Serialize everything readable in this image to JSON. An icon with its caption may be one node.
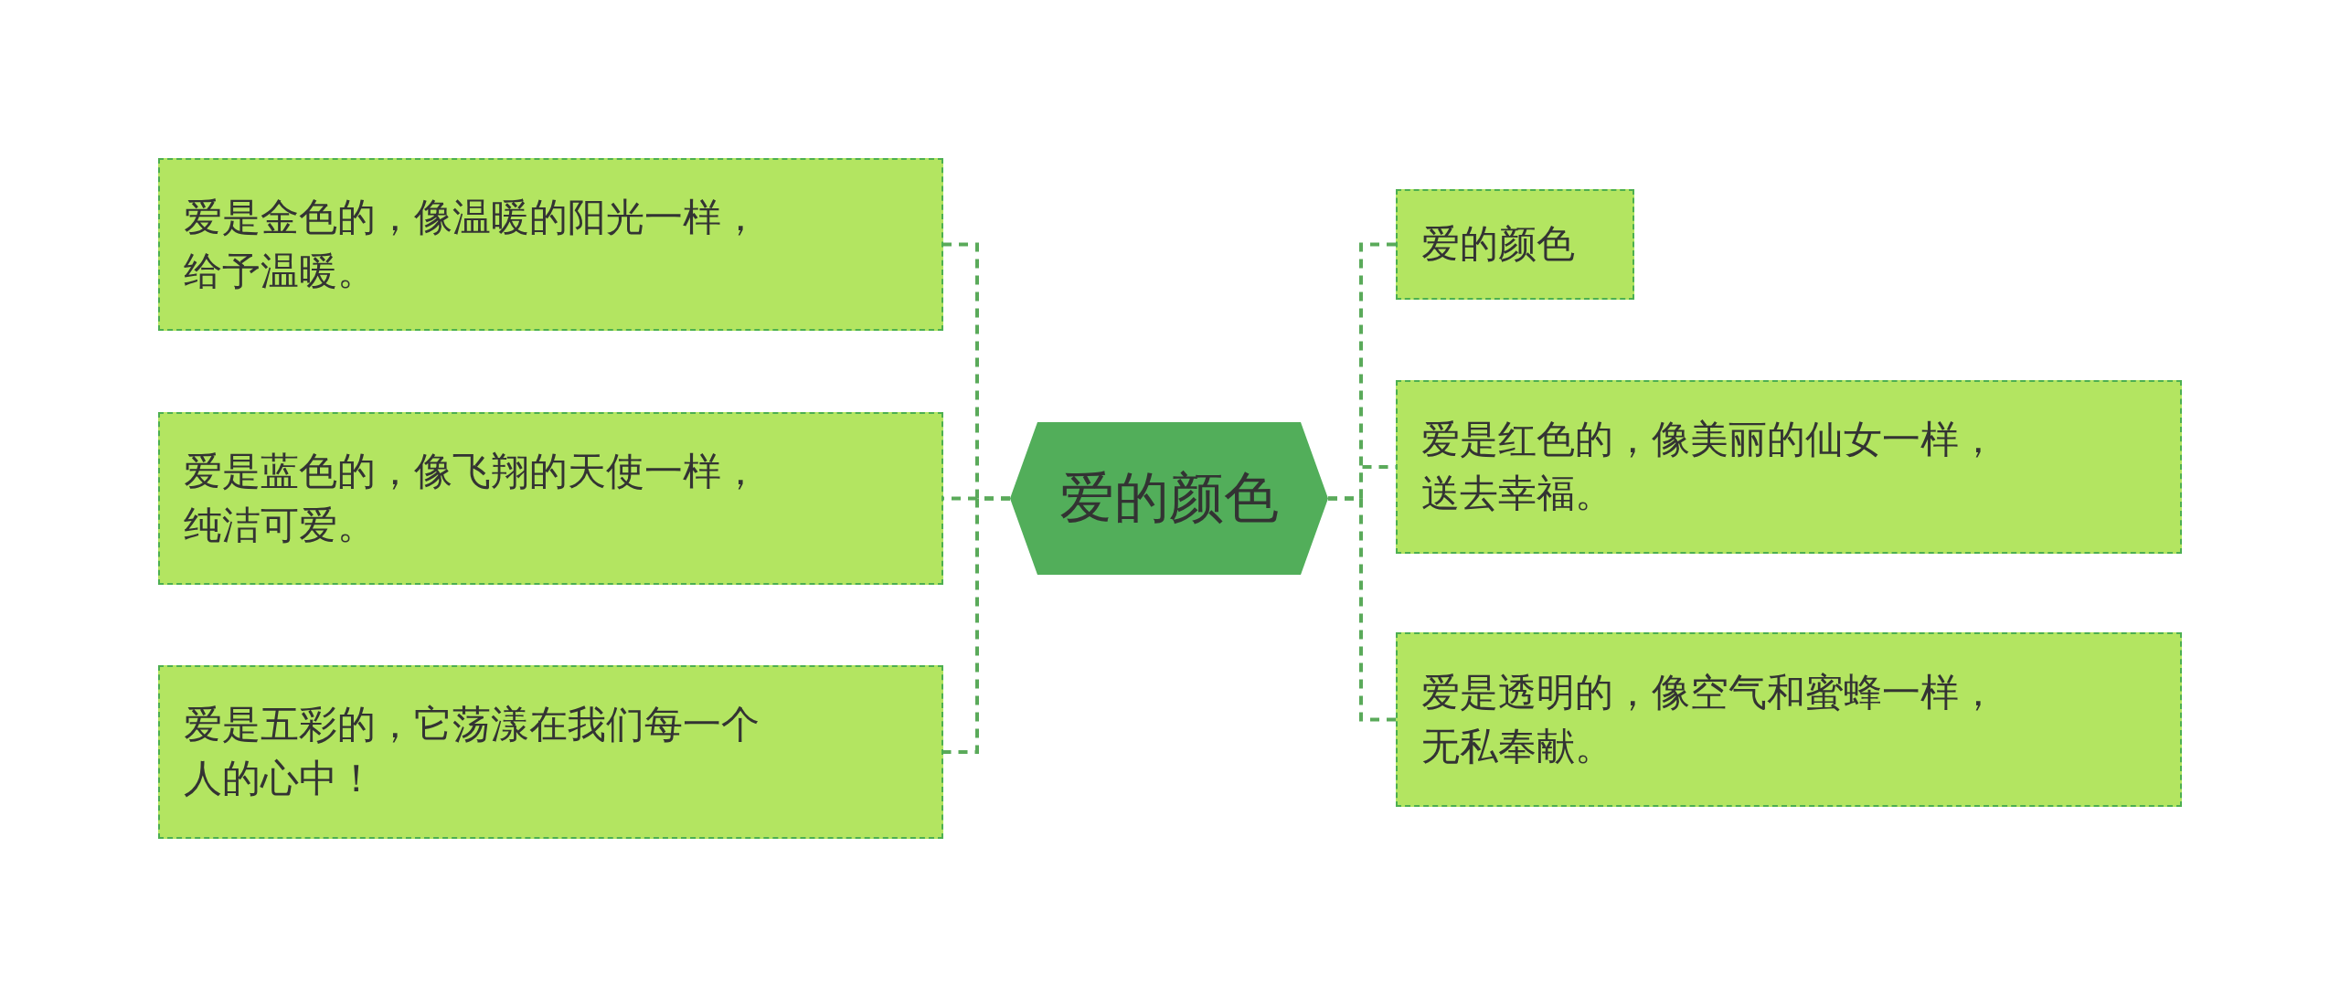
{
  "diagram": {
    "nodes": [
      {
        "text": [
          "爱的颜色"
        ]
      },
      {
        "text": [
          "爱是金色的，像温暖的阳光一样，给予温暖。"
        ]
      },
      {
        "text": [
          "爱是蓝色的，像飞翔的天使一样，纯洁可爱。"
        ]
      },
      {
        "text": [
          "爱是五彩的，它荡漾在我们每一个人的心中！"
        ]
      },
      {
        "text": [
          "爱的颜色"
        ]
      },
      {
        "text": [
          "爱是红色的，像美丽的仙女一样，送去幸福。"
        ]
      },
      {
        "text": [
          "爱是透明的，像空气和蜜蜂一样，无私奉献。"
        ]
      }
    ],
    "edges": [
      {
        "from": 0,
        "to": 1,
        "arrow": "none",
        "style": "dashed"
      },
      {
        "from": 0,
        "to": 2,
        "arrow": "none",
        "style": "dashed"
      },
      {
        "from": 0,
        "to": 3,
        "arrow": "none",
        "style": "dashed"
      },
      {
        "from": 0,
        "to": 4,
        "arrow": "none",
        "style": "dashed"
      },
      {
        "from": 0,
        "to": 5,
        "arrow": "none",
        "style": "dashed"
      },
      {
        "from": 0,
        "to": 6,
        "arrow": "none",
        "style": "dashed"
      }
    ]
  }
}
